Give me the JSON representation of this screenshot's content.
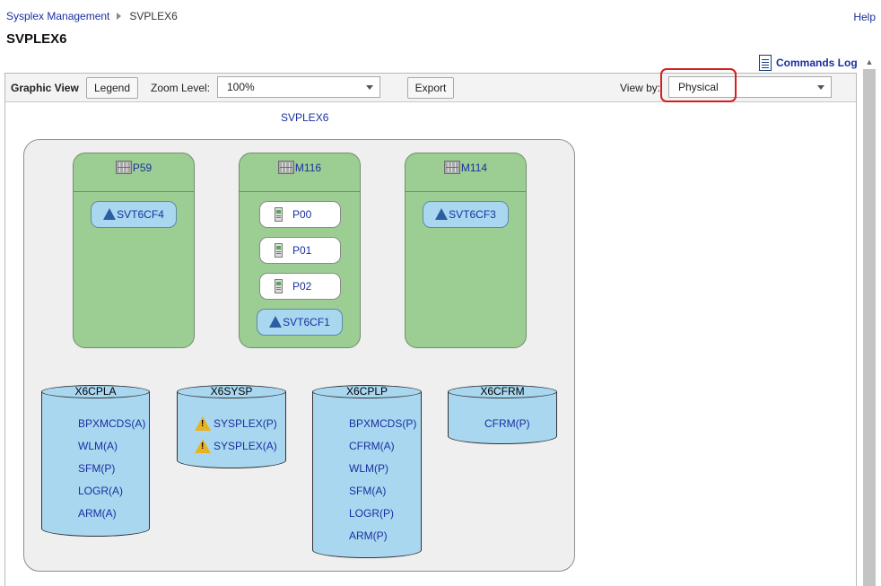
{
  "header": {
    "breadcrumb_root": "Sysplex Management",
    "breadcrumb_current": "SVPLEX6",
    "help": "Help",
    "page_title": "SVPLEX6",
    "commands_log": "Commands Log"
  },
  "toolbar": {
    "graphic_view": "Graphic View",
    "legend": "Legend",
    "zoom_label": "Zoom Level:",
    "zoom_value": "100%",
    "export": "Export",
    "view_by_label": "View by:",
    "view_by_value": "Physical"
  },
  "diagram": {
    "sysplex_name": "SVPLEX6",
    "cecs": [
      {
        "name": "P59",
        "lpars": [],
        "cfs": [
          "SVT6CF4"
        ]
      },
      {
        "name": "M116",
        "lpars": [
          "P00",
          "P01",
          "P02"
        ],
        "cfs": [
          "SVT6CF1"
        ]
      },
      {
        "name": "M114",
        "lpars": [],
        "cfs": [
          "SVT6CF3"
        ]
      }
    ],
    "datasets": [
      {
        "name": "X6CPLA",
        "items": [
          "BPXMCDS(A)",
          "WLM(A)",
          "SFM(P)",
          "LOGR(A)",
          "ARM(A)"
        ]
      },
      {
        "name": "X6SYSP",
        "items": [
          {
            "label": "SYSPLEX(P)",
            "warning": true
          },
          {
            "label": "SYSPLEX(A)",
            "warning": true
          }
        ]
      },
      {
        "name": "X6CPLP",
        "items": [
          "BPXMCDS(P)",
          "CFRM(A)",
          "WLM(P)",
          "SFM(A)",
          "LOGR(P)",
          "ARM(P)"
        ]
      },
      {
        "name": "X6CFRM",
        "items": [
          "CFRM(P)"
        ]
      }
    ]
  },
  "colors": {
    "link": "#1a2fa0",
    "cec_fill": "#9ccd93",
    "cf_fill": "#a9d7f0",
    "dataset_fill": "#a9d7f0",
    "highlight": "#d21f1f",
    "warning": "#e8b320"
  },
  "icons": {
    "cec": "cec-icon",
    "lpar": "lpar-icon",
    "cf": "coupling-facility-icon",
    "warning": "warning-icon",
    "commands_log": "document-icon"
  }
}
